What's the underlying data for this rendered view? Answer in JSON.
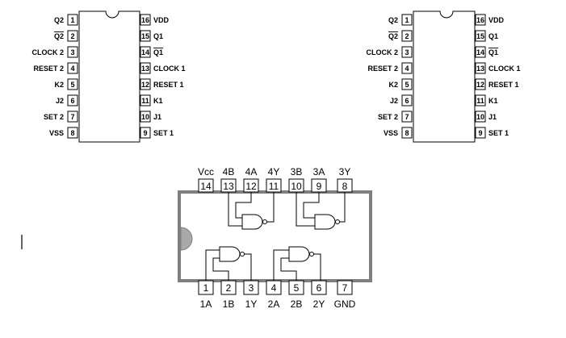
{
  "dip16_left": {
    "left_pins": [
      {
        "num": "1",
        "label": "Q2",
        "overbar": false
      },
      {
        "num": "2",
        "label": "Q2",
        "overbar": true
      },
      {
        "num": "3",
        "label": "CLOCK 2",
        "overbar": false
      },
      {
        "num": "4",
        "label": "RESET 2",
        "overbar": false
      },
      {
        "num": "5",
        "label": "K2",
        "overbar": false
      },
      {
        "num": "6",
        "label": "J2",
        "overbar": false
      },
      {
        "num": "7",
        "label": "SET 2",
        "overbar": false
      },
      {
        "num": "8",
        "label": "VSS",
        "overbar": false
      }
    ],
    "right_pins": [
      {
        "num": "16",
        "label": "VDD",
        "overbar": false
      },
      {
        "num": "15",
        "label": "Q1",
        "overbar": false
      },
      {
        "num": "14",
        "label": "Q1",
        "overbar": true
      },
      {
        "num": "13",
        "label": "CLOCK 1",
        "overbar": false
      },
      {
        "num": "12",
        "label": "RESET 1",
        "overbar": false
      },
      {
        "num": "11",
        "label": "K1",
        "overbar": false
      },
      {
        "num": "10",
        "label": "J1",
        "overbar": false
      },
      {
        "num": "9",
        "label": "SET 1",
        "overbar": false
      }
    ]
  },
  "dip16_right": {
    "left_pins": [
      {
        "num": "1",
        "label": "Q2",
        "overbar": false
      },
      {
        "num": "2",
        "label": "Q2",
        "overbar": true
      },
      {
        "num": "3",
        "label": "CLOCK 2",
        "overbar": false
      },
      {
        "num": "4",
        "label": "RESET 2",
        "overbar": false
      },
      {
        "num": "5",
        "label": "K2",
        "overbar": false
      },
      {
        "num": "6",
        "label": "J2",
        "overbar": false
      },
      {
        "num": "7",
        "label": "SET 2",
        "overbar": false
      },
      {
        "num": "8",
        "label": "VSS",
        "overbar": false
      }
    ],
    "right_pins": [
      {
        "num": "16",
        "label": "VDD",
        "overbar": false
      },
      {
        "num": "15",
        "label": "Q1",
        "overbar": false
      },
      {
        "num": "14",
        "label": "Q1",
        "overbar": true
      },
      {
        "num": "13",
        "label": "CLOCK 1",
        "overbar": false
      },
      {
        "num": "12",
        "label": "RESET 1",
        "overbar": false
      },
      {
        "num": "11",
        "label": "K1",
        "overbar": false
      },
      {
        "num": "10",
        "label": "J1",
        "overbar": false
      },
      {
        "num": "9",
        "label": "SET 1",
        "overbar": false
      }
    ]
  },
  "quad_nand": {
    "top_pins": [
      {
        "num": "14",
        "label": "Vcc"
      },
      {
        "num": "13",
        "label": "4B"
      },
      {
        "num": "12",
        "label": "4A"
      },
      {
        "num": "11",
        "label": "4Y"
      },
      {
        "num": "10",
        "label": "3B"
      },
      {
        "num": "9",
        "label": "3A"
      },
      {
        "num": "8",
        "label": "3Y"
      }
    ],
    "bottom_pins": [
      {
        "num": "1",
        "label": "1A"
      },
      {
        "num": "2",
        "label": "1B"
      },
      {
        "num": "3",
        "label": "1Y"
      },
      {
        "num": "4",
        "label": "2A"
      },
      {
        "num": "5",
        "label": "2B"
      },
      {
        "num": "6",
        "label": "2Y"
      },
      {
        "num": "7",
        "label": "GND"
      }
    ],
    "colors": {
      "body_fill": "#ffffff",
      "body_stroke": "#7f7f7f",
      "notch": "#a9a9a9"
    }
  }
}
